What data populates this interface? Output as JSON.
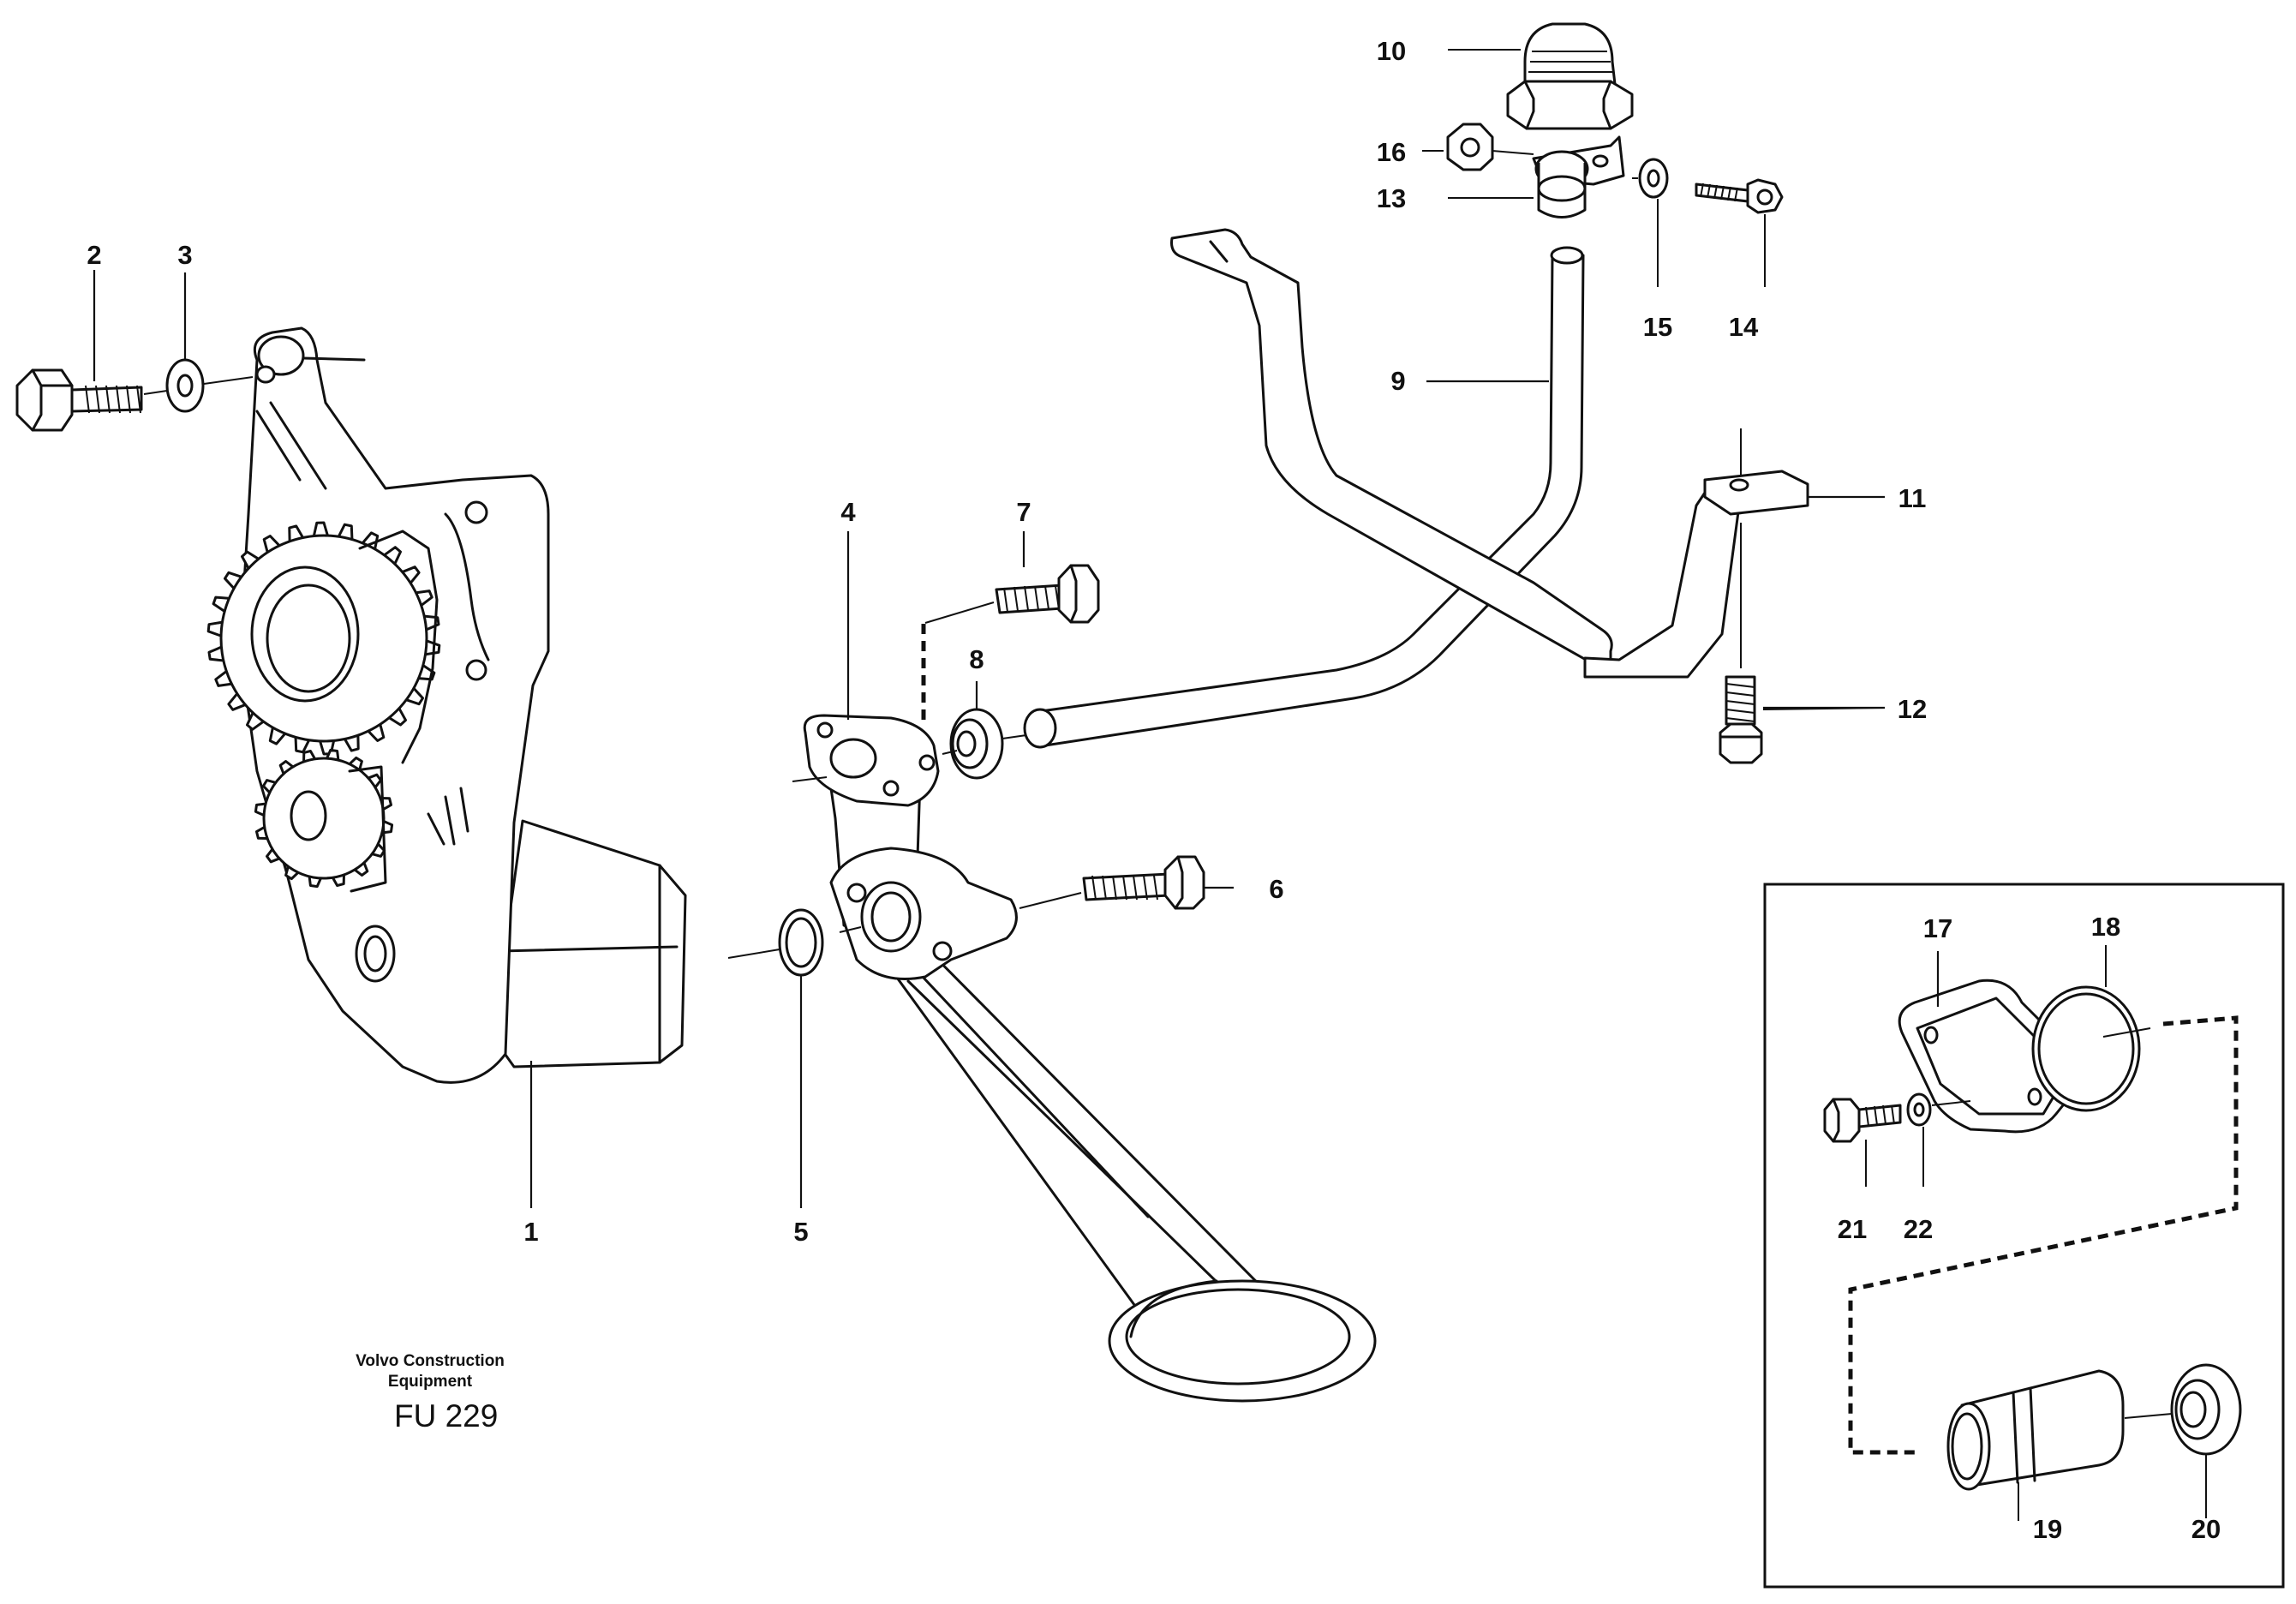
{
  "callouts": [
    "1",
    "2",
    "3",
    "4",
    "5",
    "6",
    "7",
    "8",
    "9",
    "10",
    "11",
    "12",
    "13",
    "14",
    "15",
    "16",
    "17",
    "18",
    "19",
    "20",
    "21",
    "22"
  ],
  "caption": {
    "company_line1": "Volvo Construction",
    "company_line2": "Equipment",
    "figure_id": "FU 229"
  }
}
